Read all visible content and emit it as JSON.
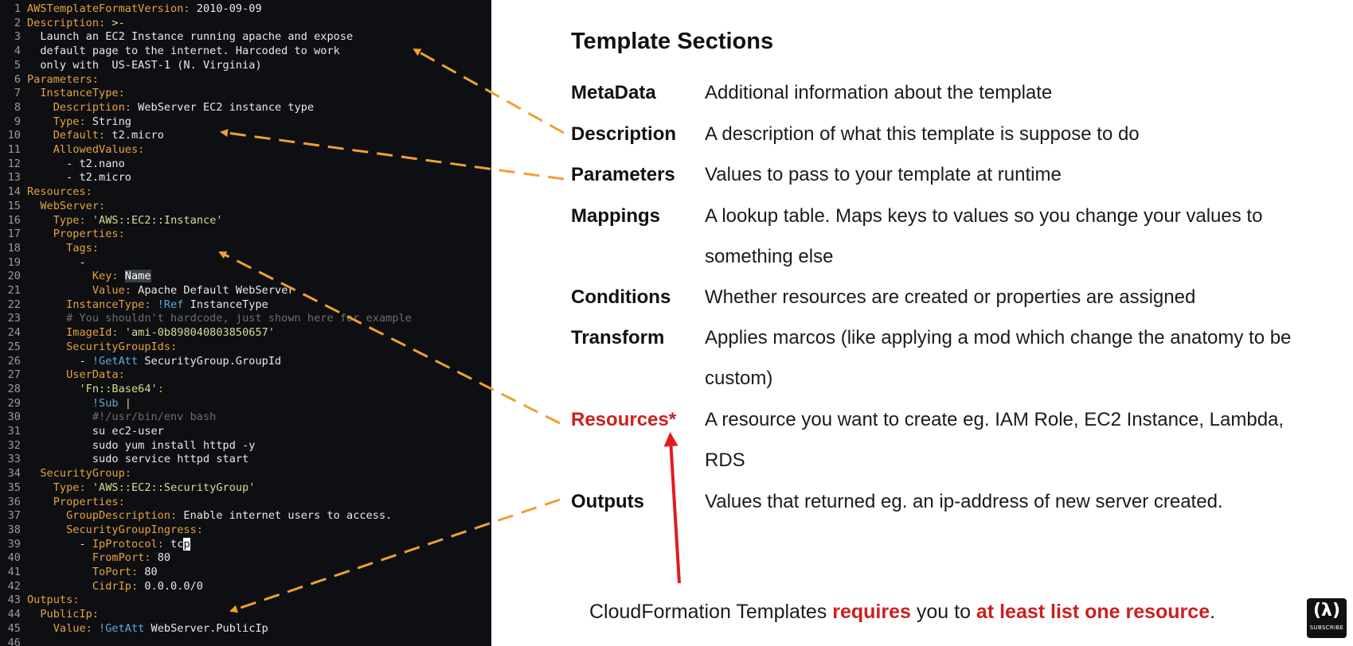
{
  "code": {
    "lines": [
      {
        "n": "1",
        "t": "AWSTemplateFormatVersion: 2010-09-09"
      },
      {
        "n": "2",
        "t": "Description: >-"
      },
      {
        "n": "3",
        "t": "  Launch an EC2 Instance running apache and expose"
      },
      {
        "n": "4",
        "t": "  default page to the internet. Harcoded to work"
      },
      {
        "n": "5",
        "t": "  only with  US-EAST-1 (N. Virginia)"
      },
      {
        "n": "6",
        "t": "Parameters:"
      },
      {
        "n": "7",
        "t": "  InstanceType:"
      },
      {
        "n": "8",
        "t": "    Description: WebServer EC2 instance type"
      },
      {
        "n": "9",
        "t": "    Type: String"
      },
      {
        "n": "10",
        "t": "    Default: t2.micro"
      },
      {
        "n": "11",
        "t": "    AllowedValues:"
      },
      {
        "n": "12",
        "t": "      - t2.nano"
      },
      {
        "n": "13",
        "t": "      - t2.micro"
      },
      {
        "n": "14",
        "t": "Resources:"
      },
      {
        "n": "15",
        "t": "  WebServer:"
      },
      {
        "n": "16",
        "t": "    Type: 'AWS::EC2::Instance'"
      },
      {
        "n": "17",
        "t": "    Properties:"
      },
      {
        "n": "18",
        "t": "      Tags:"
      },
      {
        "n": "19",
        "t": "        -"
      },
      {
        "n": "20",
        "t": "          Key: Name"
      },
      {
        "n": "21",
        "t": "          Value: Apache Default WebServer"
      },
      {
        "n": "22",
        "t": "      InstanceType: !Ref InstanceType"
      },
      {
        "n": "23",
        "t": "      # You shouldn't hardcode, just shown here for example"
      },
      {
        "n": "24",
        "t": "      ImageId: 'ami-0b898040803850657'"
      },
      {
        "n": "25",
        "t": "      SecurityGroupIds:"
      },
      {
        "n": "26",
        "t": "        - !GetAtt SecurityGroup.GroupId"
      },
      {
        "n": "27",
        "t": "      UserData:"
      },
      {
        "n": "28",
        "t": "        'Fn::Base64':"
      },
      {
        "n": "29",
        "t": "          !Sub |"
      },
      {
        "n": "30",
        "t": "          #!/usr/bin/env bash"
      },
      {
        "n": "31",
        "t": "          su ec2-user"
      },
      {
        "n": "32",
        "t": "          sudo yum install httpd -y"
      },
      {
        "n": "33",
        "t": "          sudo service httpd start"
      },
      {
        "n": "34",
        "t": "  SecurityGroup:"
      },
      {
        "n": "35",
        "t": "    Type: 'AWS::EC2::SecurityGroup'"
      },
      {
        "n": "36",
        "t": "    Properties:"
      },
      {
        "n": "37",
        "t": "      GroupDescription: Enable internet users to access."
      },
      {
        "n": "38",
        "t": "      SecurityGroupIngress:"
      },
      {
        "n": "39",
        "t": "        - IpProtocol: tcp"
      },
      {
        "n": "40",
        "t": "          FromPort: 80"
      },
      {
        "n": "41",
        "t": "          ToPort: 80"
      },
      {
        "n": "42",
        "t": "          CidrIp: 0.0.0.0/0"
      },
      {
        "n": "43",
        "t": "Outputs:"
      },
      {
        "n": "44",
        "t": "  PublicIp:"
      },
      {
        "n": "45",
        "t": "    Value: !GetAtt WebServer.PublicIp"
      },
      {
        "n": "46",
        "t": ""
      }
    ]
  },
  "slide": {
    "title": "Template Sections",
    "sections": [
      {
        "name": "MetaData",
        "description": "Additional information about the template"
      },
      {
        "name": "Description",
        "description": "A description of what this template is suppose to do"
      },
      {
        "name": "Parameters",
        "description": "Values to pass to your template at runtime"
      },
      {
        "name": "Mappings",
        "description": "A lookup table. Maps keys to values so you change your values to something else"
      },
      {
        "name": "Conditions",
        "description": "Whether resources are created or properties are assigned"
      },
      {
        "name": "Transform",
        "description": "Applies marcos (like applying a mod which change the anatomy to be custom)"
      },
      {
        "name": "Resources*",
        "description": "A resource you want to create eg. IAM Role, EC2 Instance, Lambda, RDS"
      },
      {
        "name": "Outputs",
        "description": "Values that returned eg. an ip-address of new server created."
      }
    ],
    "footer": {
      "part1": "CloudFormation Templates ",
      "part2": "requires",
      "part3": " you to ",
      "part4": "at least list one resource",
      "part5": "."
    }
  },
  "logo": {
    "mark": "(λ)",
    "label": "SUBSCRIBE"
  },
  "colors": {
    "accent_red": "#cc1f1f",
    "arrow_orange": "#f0a030",
    "code_bg": "#0d0f12"
  }
}
